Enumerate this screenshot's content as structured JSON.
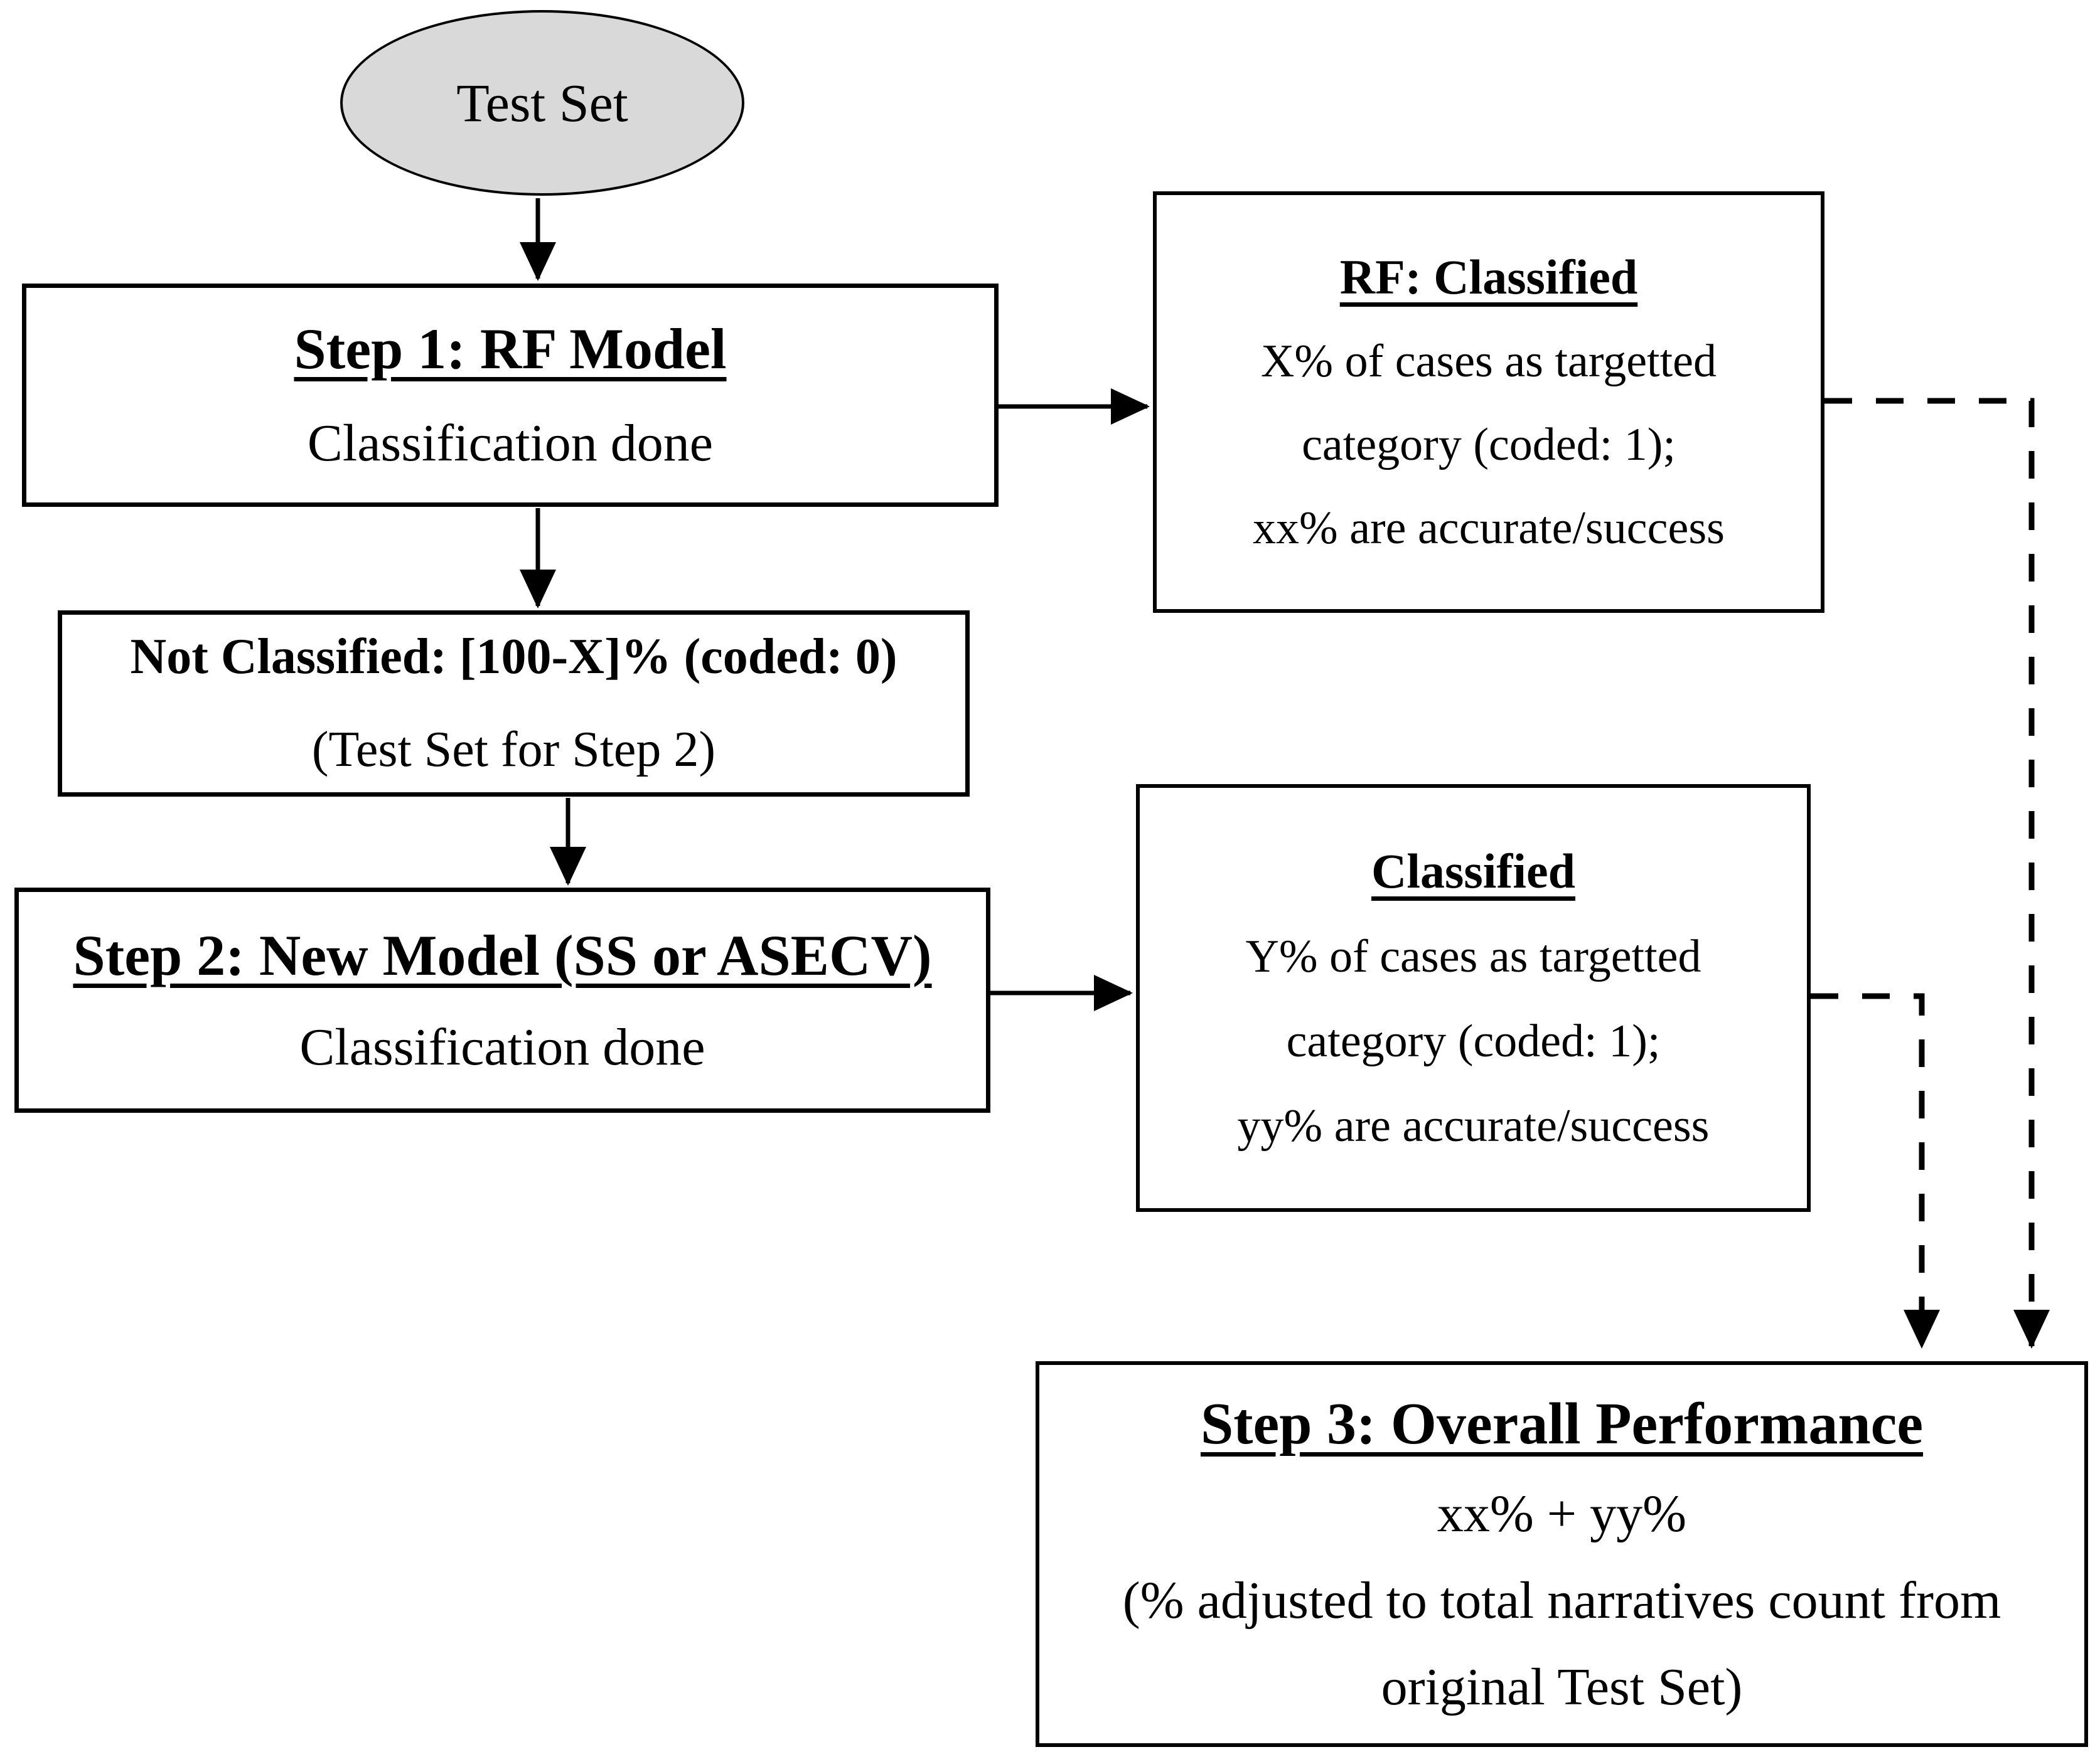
{
  "diagram": {
    "background_color": "#ffffff",
    "stroke_color": "#000000",
    "ellipse_fill_color": "#d9d9d9",
    "nodes": {
      "test_set": {
        "label": "Test Set"
      },
      "step1": {
        "title": "Step 1: RF Model",
        "body": "Classification done"
      },
      "rf_classified": {
        "title": "RF: Classified",
        "line1": "X% of cases as targetted",
        "line2": "category (coded: 1);",
        "line3": "xx% are accurate/success"
      },
      "not_classified": {
        "line1": "Not Classified: [100-X]% (coded: 0)",
        "line2": "(Test Set for Step 2)"
      },
      "step2": {
        "title": "Step 2: New Model (SS or ASECV)",
        "body": "Classification done"
      },
      "classified": {
        "title": "Classified",
        "line1": "Y% of cases as targetted",
        "line2": "category (coded: 1);",
        "line3": "yy% are accurate/success"
      },
      "step3": {
        "title": "Step 3: Overall Performance",
        "line1": "xx% + yy%",
        "line2": "(% adjusted to total narratives count from",
        "line3": "original Test Set)"
      }
    }
  }
}
